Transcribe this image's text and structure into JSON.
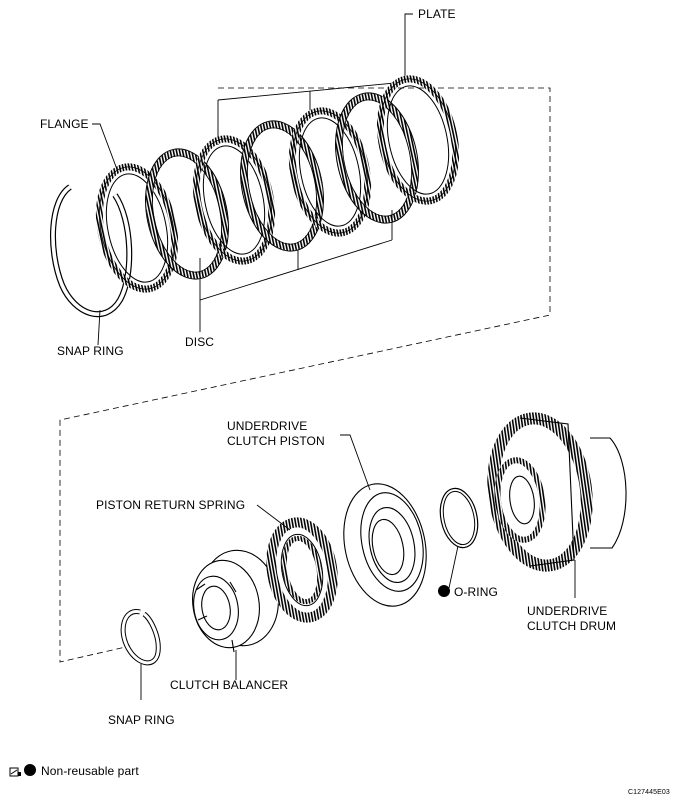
{
  "labels": {
    "plate": "PLATE",
    "flange": "FLANGE",
    "snap_ring_upper": "SNAP RING",
    "disc": "DISC",
    "underdrive_clutch_piston_line1": "UNDERDRIVE",
    "underdrive_clutch_piston_line2": "CLUTCH PISTON",
    "piston_return_spring": "PISTON RETURN SPRING",
    "o_ring": "O-RING",
    "underdrive_clutch_drum_line1": "UNDERDRIVE",
    "underdrive_clutch_drum_line2": "CLUTCH DRUM",
    "clutch_balancer": "CLUTCH BALANCER",
    "snap_ring_lower": "SNAP RING"
  },
  "legend": {
    "text": "Non-reusable part",
    "icon": "filled-circle-icon"
  },
  "figure_code": "C127445E03",
  "colors": {
    "ink": "#000000",
    "paper": "#ffffff"
  }
}
